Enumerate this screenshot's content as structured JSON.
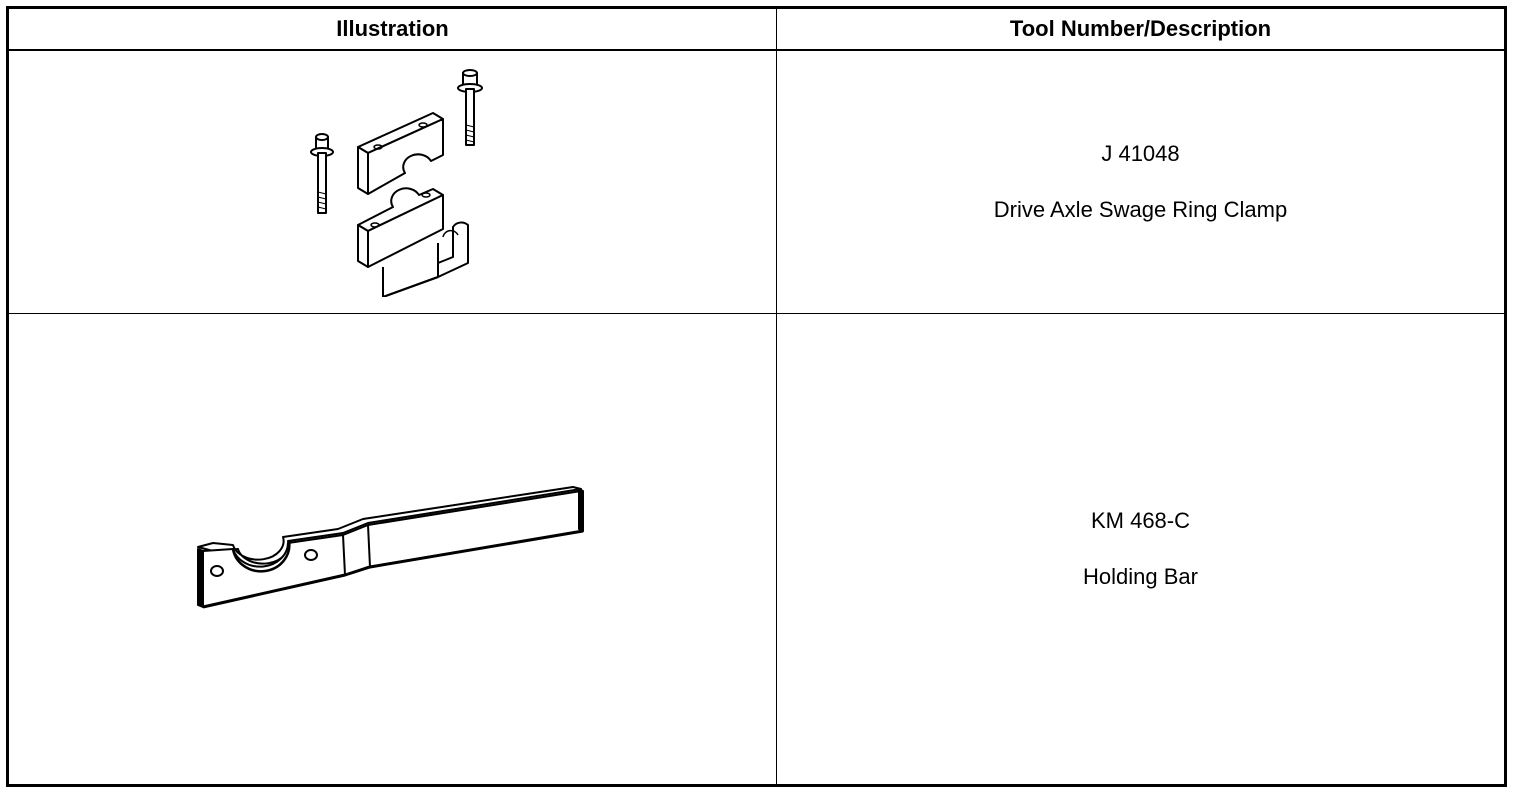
{
  "table": {
    "headers": {
      "illustration": "Illustration",
      "tool": "Tool Number/Description"
    },
    "rows": [
      {
        "illustration_icon": "swage-ring-clamp-drawing",
        "tool_number": "J 41048",
        "description": "Drive Axle Swage Ring Clamp"
      },
      {
        "illustration_icon": "holding-bar-drawing",
        "tool_number": "KM 468-C",
        "description": "Holding Bar"
      }
    ]
  }
}
